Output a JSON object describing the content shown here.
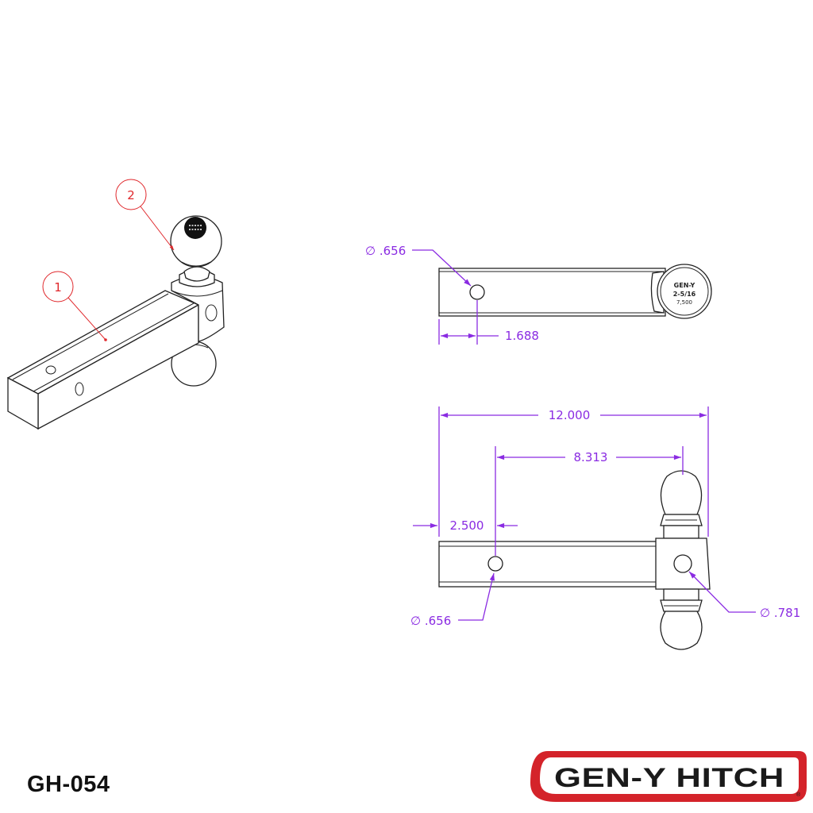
{
  "document": {
    "part_number": "GH-054",
    "colors": {
      "dimension": "#8a2be2",
      "balloon": "#e0282c",
      "line": "#222222",
      "logo_red": "#d4232a"
    }
  },
  "isometric_view": {
    "balloons": [
      {
        "label": "1"
      },
      {
        "label": "2"
      }
    ]
  },
  "top_view": {
    "hole_callout": "∅ .656",
    "hole_offset": "1.688"
  },
  "side_view": {
    "overall_length": "12.000",
    "pin_to_ball_center": "8.313",
    "receiver_pin_offset": "2.500",
    "receiver_hole_callout": "∅ .656",
    "ball_hole_callout": "∅ .781"
  },
  "logo": {
    "text": "GEN-Y HITCH",
    "mark": "®"
  }
}
